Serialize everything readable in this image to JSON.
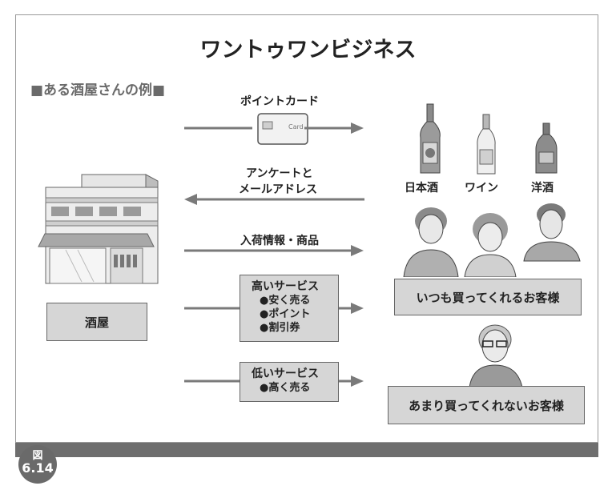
{
  "title": "ワントゥワンビジネス",
  "subtitle": "■ある酒屋さんの例■",
  "flows": {
    "point_card": "ポイントカード",
    "card_text": "Card",
    "survey_line1": "アンケートと",
    "survey_line2": "メールアドレス",
    "arrival": "入荷情報・商品"
  },
  "products": [
    "日本酒",
    "ワイン",
    "洋酒"
  ],
  "store_label": "酒屋",
  "high_service": {
    "title": "高いサービス",
    "items": [
      "●安く売る",
      "●ポイント",
      "●割引券"
    ]
  },
  "low_service": {
    "title": "低いサービス",
    "items": [
      "●高く売る"
    ]
  },
  "customers": {
    "loyal": "いつも買ってくれるお客様",
    "occasional": "あまり買ってくれないお客様"
  },
  "figure": {
    "label": "図",
    "number": "6.14"
  }
}
